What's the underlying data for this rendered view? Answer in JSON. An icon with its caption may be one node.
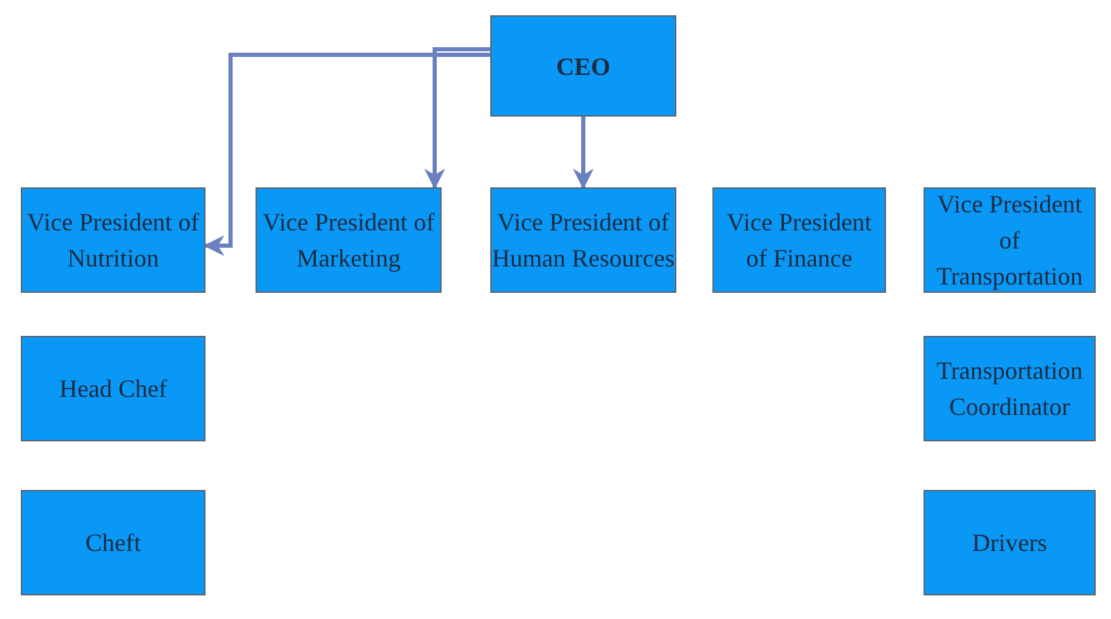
{
  "diagram": {
    "nodes": [
      {
        "text": [
          "CEO"
        ]
      },
      {
        "text": [
          "Vice President of Nutrition"
        ]
      },
      {
        "text": [
          "Vice President of Marketing"
        ]
      },
      {
        "text": [
          "Vice President of Human Resources"
        ]
      },
      {
        "text": [
          "Vice President of Finance"
        ]
      },
      {
        "text": [
          "Vice President of Transportation"
        ]
      },
      {
        "text": [
          "Head Chef"
        ]
      },
      {
        "text": [
          "Transportation Coordinator"
        ]
      },
      {
        "text": [
          "Cheft"
        ]
      },
      {
        "text": [
          "Drivers"
        ]
      }
    ],
    "edges": [
      {
        "from": 0,
        "to": 2,
        "arrow": "to"
      },
      {
        "from": 0,
        "to": 1,
        "arrow": "to"
      },
      {
        "from": 0,
        "to": 3,
        "arrow": "to"
      }
    ]
  }
}
